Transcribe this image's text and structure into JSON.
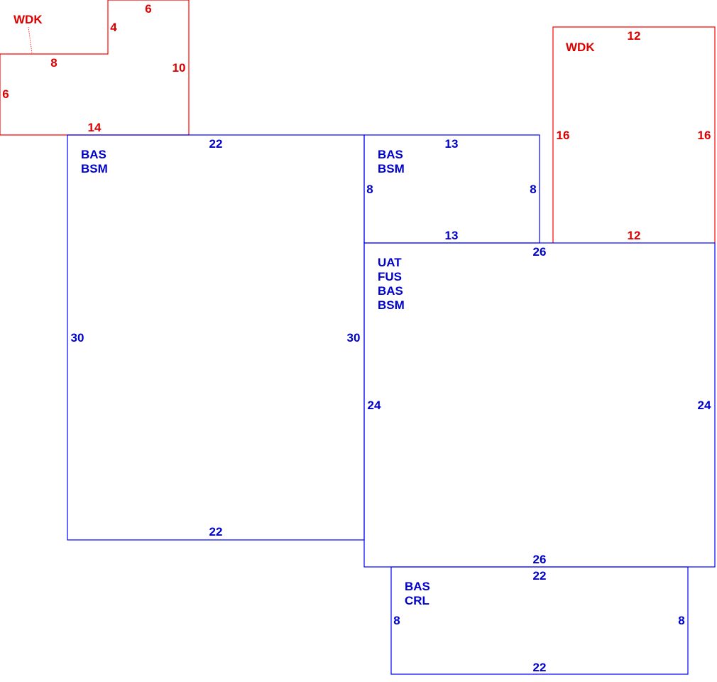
{
  "colors": {
    "living_area": "#0000cc",
    "deck": "#dd0000"
  },
  "deck_left": {
    "label": "WDK",
    "dims": {
      "top": "6",
      "step": "4",
      "mid": "8",
      "right": "10",
      "left": "6",
      "bottom": "14"
    }
  },
  "deck_right": {
    "label": "WDK",
    "dims": {
      "top": "12",
      "left": "16",
      "right": "16",
      "bottom": "12"
    }
  },
  "area_left": {
    "codes": [
      "BAS",
      "BSM"
    ],
    "dims": {
      "top": "22",
      "left": "30",
      "right": "30",
      "bottom": "22"
    }
  },
  "area_small": {
    "codes": [
      "BAS",
      "BSM"
    ],
    "dims": {
      "top": "13",
      "left": "8",
      "right": "8",
      "bottom": "13"
    }
  },
  "area_main": {
    "codes": [
      "UAT",
      "FUS",
      "BAS",
      "BSM"
    ],
    "dims": {
      "top": "26",
      "left": "24",
      "right": "24",
      "bottom": "26"
    }
  },
  "area_bottom": {
    "codes": [
      "BAS",
      "CRL"
    ],
    "dims": {
      "top": "22",
      "left": "8",
      "right": "8",
      "bottom": "22"
    }
  }
}
